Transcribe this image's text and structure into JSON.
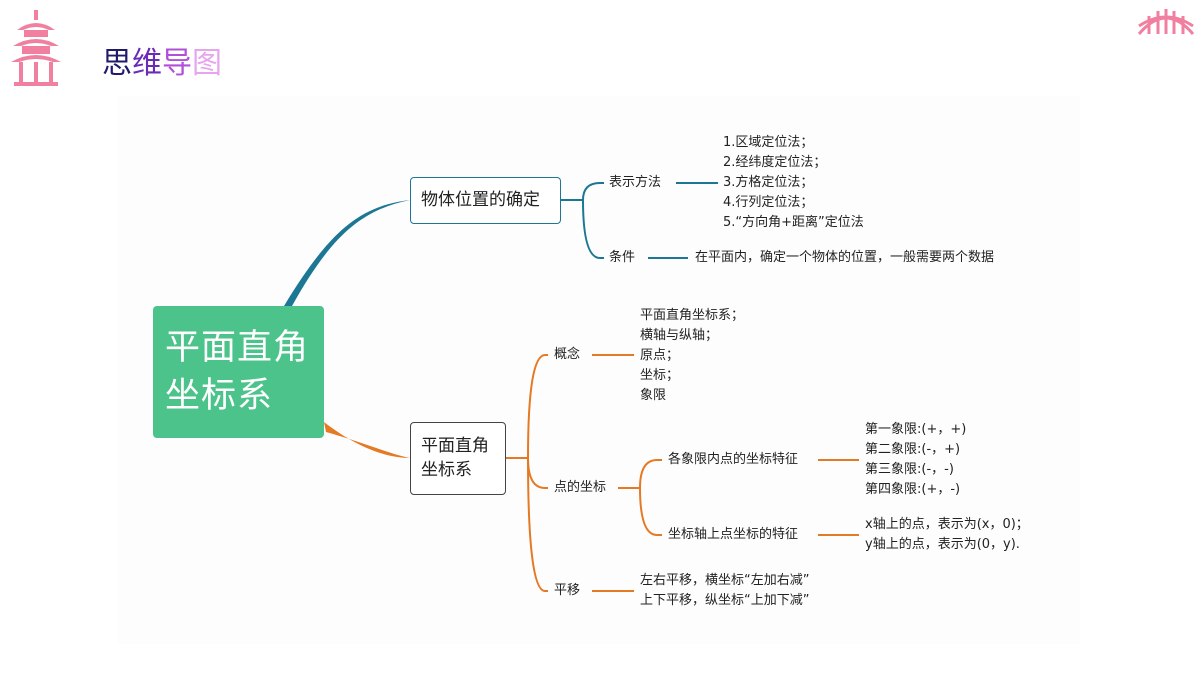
{
  "header": {
    "title_parts": [
      "思",
      "维",
      "导",
      "图"
    ]
  },
  "colors": {
    "teal": "#1c7794",
    "orange": "#e57a25",
    "green": "#4cc38a",
    "pink": "#f07fa0"
  },
  "icons": {
    "top_left": "pagoda-icon",
    "top_right": "bridge-icon"
  },
  "mindmap": {
    "root": "平面直角\n坐标系",
    "b1": {
      "label": "物体位置的确定",
      "method": {
        "label": "表示方法",
        "items": [
          "1.区域定位法；",
          "2.经纬度定位法；",
          "3.方格定位法；",
          "4.行列定位法；",
          "5.“方向角+距离”定位法"
        ]
      },
      "condition": {
        "label": "条件",
        "text": "在平面内，确定一个物体的位置，一般需要两个数据"
      }
    },
    "b2": {
      "label": "平面直角\n坐标系",
      "concept": {
        "label": "概念",
        "items": [
          "平面直角坐标系；",
          "横轴与纵轴；",
          "原点；",
          "坐标；",
          "象限"
        ]
      },
      "coords": {
        "label": "点的坐标",
        "quadrant": {
          "label": "各象限内点的坐标特征",
          "items": [
            "第一象限:(+，+)",
            "第二象限:(-，+)",
            "第三象限:(-，-)",
            "第四象限:(+，-)"
          ]
        },
        "axis": {
          "label": "坐标轴上点坐标的特征",
          "items": [
            "x轴上的点，表示为(x，0)；",
            "y轴上的点，表示为(0，y)."
          ]
        }
      },
      "translate": {
        "label": "平移",
        "items": [
          "左右平移，横坐标“左加右减”",
          "上下平移，纵坐标“上加下减”"
        ]
      }
    }
  }
}
